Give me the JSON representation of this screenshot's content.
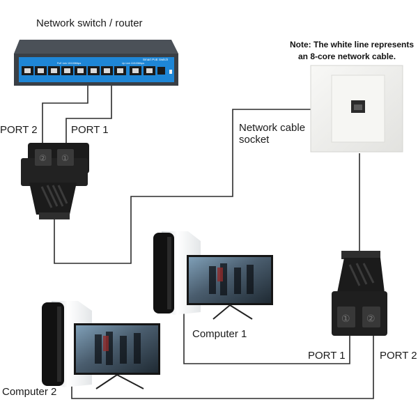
{
  "labels": {
    "switch_title": "Network switch / router",
    "note_line1": "Note: The white line represents",
    "note_line2": "an 8-core network cable.",
    "socket_line1": "Network cable",
    "socket_line2": "socket",
    "top_port2": "PORT 2",
    "top_port1": "PORT 1",
    "bottom_port1": "PORT 1",
    "bottom_port2": "PORT 2",
    "computer1": "Computer 1",
    "computer2": "Computer 2"
  },
  "switch_panel": {
    "label_left": "PoE Link 10/100Mbps",
    "label_mid": "Up Link 10/100Mbps",
    "label_brand": "Smart PoE Switch"
  },
  "colors": {
    "switch_body": "#3a3f45",
    "switch_panel": "#1e86d6",
    "adapter": "#1b1b1b",
    "socket_plate": "#f1f1ef",
    "wire": "#2b2b2b",
    "pc_case": "#f4f4f4",
    "pc_front": "#111111"
  },
  "icons": [
    "network-switch",
    "rj45-splitter-adapter",
    "wall-socket",
    "desktop-computer",
    "monitor"
  ]
}
